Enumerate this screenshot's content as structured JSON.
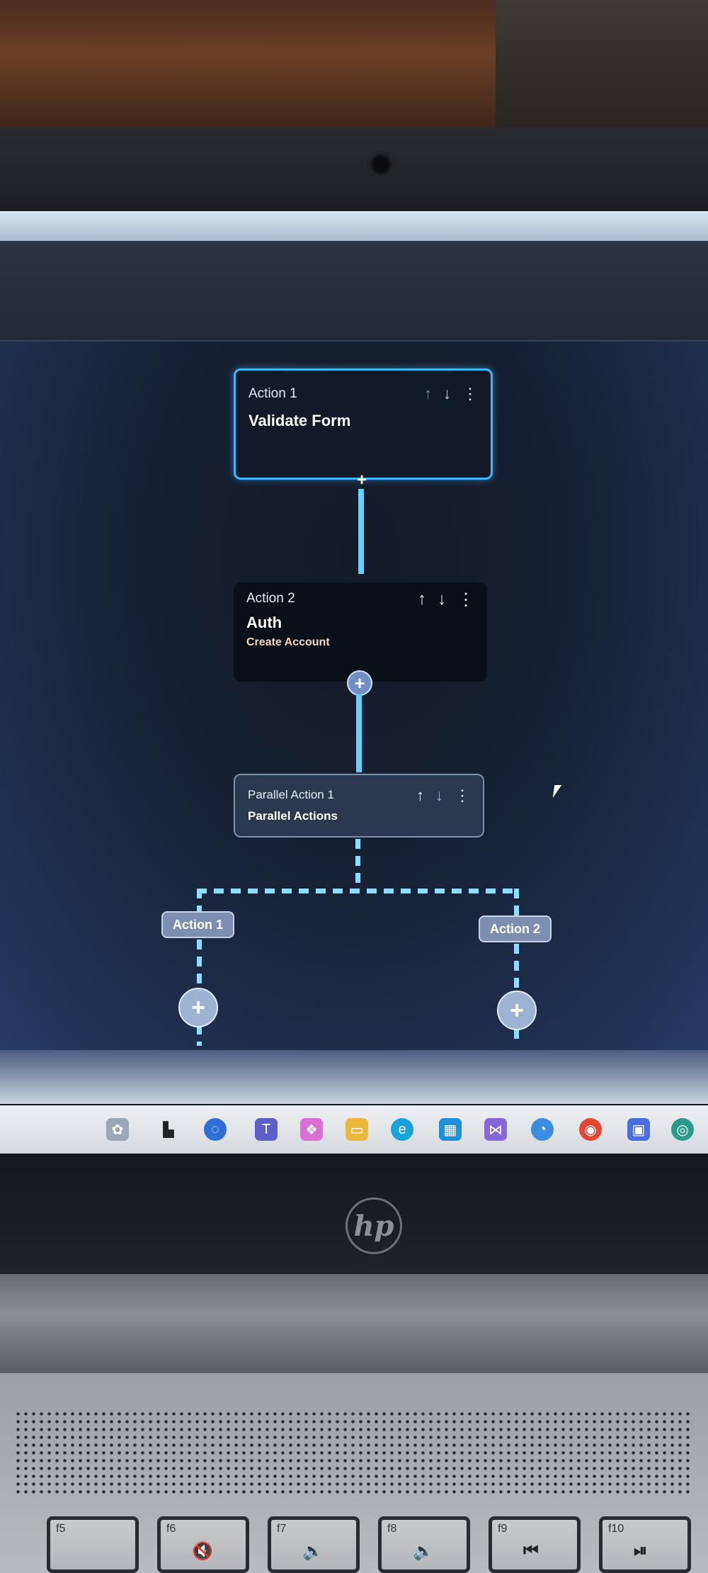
{
  "flow": {
    "node1": {
      "label": "Action 1",
      "title": "Validate Form"
    },
    "node2": {
      "label": "Action 2",
      "title": "Auth",
      "subtitle": "Create Account"
    },
    "node3": {
      "label": "Parallel Action 1",
      "title": "Parallel Actions"
    },
    "branch_left": {
      "label": "Action 1"
    },
    "branch_right": {
      "label": "Action 2"
    },
    "controls": {
      "up": "↑",
      "down": "↓",
      "more": "⋮",
      "add": "+"
    }
  },
  "device": {
    "brand": "hp",
    "function_keys": [
      {
        "label": "f5",
        "glyph": ""
      },
      {
        "label": "f6",
        "glyph": "🔇"
      },
      {
        "label": "f7",
        "glyph": "🔉"
      },
      {
        "label": "f8",
        "glyph": "🔊"
      },
      {
        "label": "f9",
        "glyph": "⏮"
      },
      {
        "label": "f10",
        "glyph": "⏯"
      }
    ]
  },
  "colors": {
    "accent": "#3fb6ff",
    "connector": "#5fd2ff",
    "node_bg": "#121a28"
  }
}
